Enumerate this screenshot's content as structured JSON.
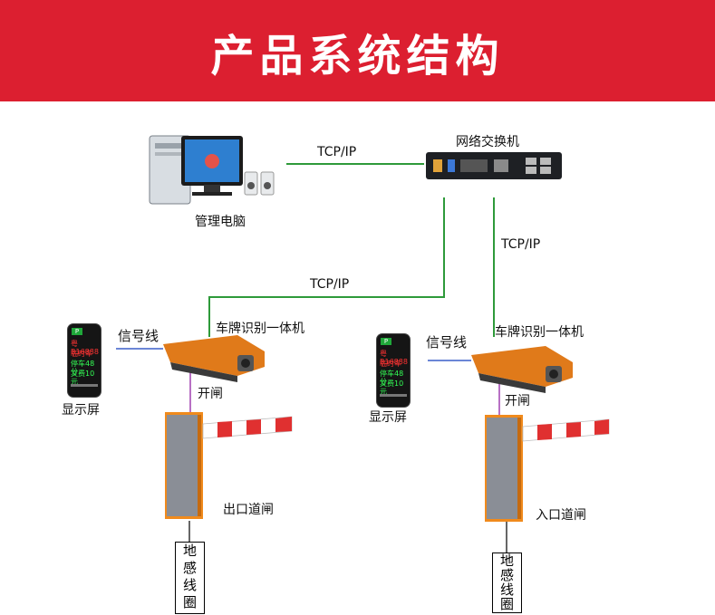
{
  "banner": {
    "title": "产品系统结构",
    "color": "#dc1f30"
  },
  "nodes": {
    "pc": {
      "label": "管理电脑"
    },
    "switch": {
      "label": "网络交换机"
    },
    "left_camera": {
      "label": "车牌识别一体机"
    },
    "right_camera": {
      "label": "车牌识别一体机"
    },
    "left_display": {
      "label": "显示屏",
      "screen_lines": [
        "粤B16888",
        "临时车",
        "停车48分",
        "文费10元"
      ]
    },
    "right_display": {
      "label": "显示屏",
      "screen_lines": [
        "粤B16888",
        "临时车",
        "停车48分",
        "文费10元"
      ]
    },
    "left_gate": {
      "label": "出口道闸"
    },
    "right_gate": {
      "label": "入口道闸"
    },
    "left_loop": {
      "chars": [
        "地",
        "感",
        "线",
        "圈"
      ]
    },
    "right_loop": {
      "chars": [
        "地",
        "感",
        "线",
        "圈"
      ]
    }
  },
  "links": {
    "pc_switch": "TCP/IP",
    "switch_left_camera": "TCP/IP",
    "switch_right_camera": "TCP/IP",
    "left_signal": "信号线",
    "right_signal": "信号线",
    "left_open": "开闸",
    "right_open": "开闸"
  },
  "colors": {
    "network_line": "#2e9a3a",
    "signal_line": "#3a5fc8",
    "open_line": "#a040b0",
    "gate_body": "#f08a1c",
    "barrier_red": "#e03030",
    "camera": "#e07a1a"
  }
}
